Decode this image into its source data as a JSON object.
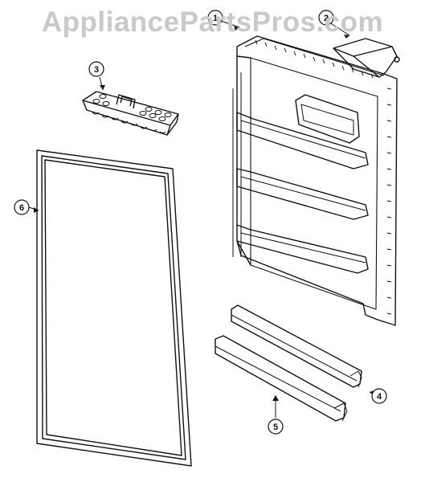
{
  "watermark": "AppliancePartsPros.com",
  "callouts": [
    {
      "number": "1",
      "part": "door-liner"
    },
    {
      "number": "2",
      "part": "dairy-door"
    },
    {
      "number": "3",
      "part": "egg-tray"
    },
    {
      "number": "4",
      "part": "upper-shelf-bar"
    },
    {
      "number": "5",
      "part": "lower-shelf-bar"
    },
    {
      "number": "6",
      "part": "door-gasket"
    }
  ],
  "colors": {
    "line": "#111111",
    "background": "#ffffff",
    "watermark": "#c9c9c9"
  }
}
